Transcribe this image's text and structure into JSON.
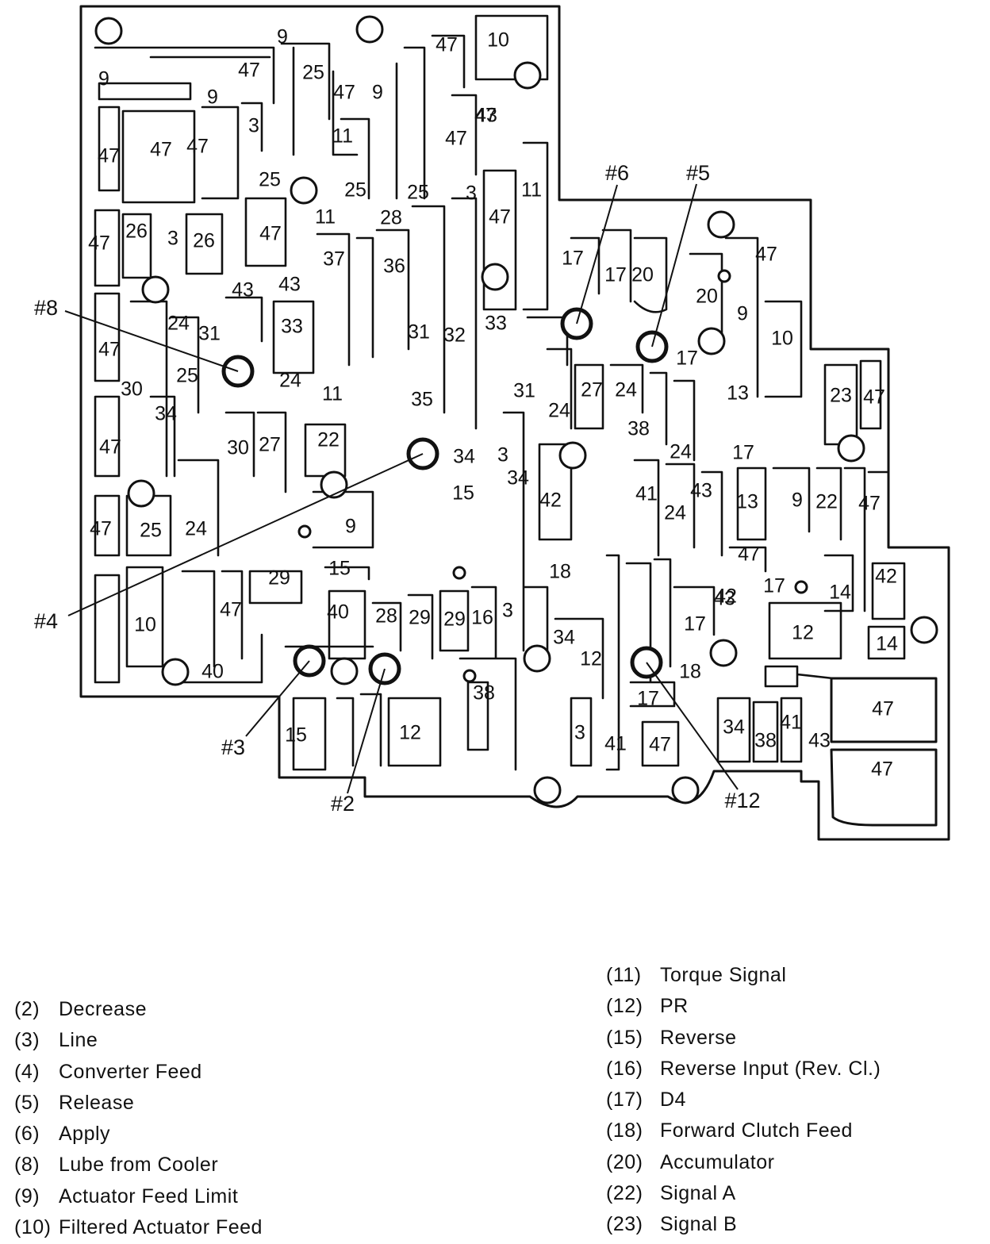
{
  "diagram": {
    "passage_labels": [
      "9",
      "47",
      "10",
      "9",
      "47",
      "25",
      "47",
      "9",
      "9",
      "47",
      "43",
      "3",
      "47",
      "47",
      "47",
      "47",
      "25",
      "11",
      "25",
      "28",
      "25",
      "3",
      "11",
      "47",
      "26",
      "3",
      "26",
      "47",
      "11",
      "37",
      "36",
      "47",
      "17",
      "17",
      "20",
      "47",
      "43",
      "43",
      "24",
      "31",
      "33",
      "31",
      "32",
      "33",
      "20",
      "9",
      "47",
      "10",
      "30",
      "25",
      "24",
      "11",
      "35",
      "31",
      "24",
      "27",
      "24",
      "17",
      "13",
      "23",
      "47",
      "34",
      "47",
      "30",
      "27",
      "22",
      "34",
      "3",
      "38",
      "24",
      "17",
      "15",
      "34",
      "41",
      "43",
      "47",
      "47",
      "25",
      "24",
      "13",
      "42",
      "24",
      "9",
      "22",
      "47",
      "29",
      "9",
      "15",
      "18",
      "43",
      "42",
      "42",
      "40",
      "28",
      "29",
      "29",
      "16",
      "3",
      "17",
      "14",
      "47",
      "10",
      "17",
      "12",
      "40",
      "34",
      "12",
      "14",
      "18",
      "38",
      "17",
      "15",
      "12",
      "3",
      "41",
      "47",
      "34",
      "38",
      "41",
      "43",
      "47",
      "47"
    ],
    "checkballs": [
      {
        "id": "#6",
        "label": "#6"
      },
      {
        "id": "#5",
        "label": "#5"
      },
      {
        "id": "#8",
        "label": "#8"
      },
      {
        "id": "#4",
        "label": "#4"
      },
      {
        "id": "#3",
        "label": "#3"
      },
      {
        "id": "#2",
        "label": "#2"
      },
      {
        "id": "#12",
        "label": "#12"
      }
    ]
  },
  "legend": {
    "left": [
      {
        "code": "(2)",
        "name": "Decrease"
      },
      {
        "code": "(3)",
        "name": "Line"
      },
      {
        "code": "(4)",
        "name": "Converter Feed"
      },
      {
        "code": "(5)",
        "name": "Release"
      },
      {
        "code": "(6)",
        "name": "Apply"
      },
      {
        "code": "(8)",
        "name": "Lube from Cooler"
      },
      {
        "code": "(9)",
        "name": "Actuator Feed Limit"
      },
      {
        "code": "(10)",
        "name": "Filtered Actuator Feed"
      }
    ],
    "right": [
      {
        "code": "(11)",
        "name": "Torque Signal"
      },
      {
        "code": "(12)",
        "name": "PR"
      },
      {
        "code": "(15)",
        "name": "Reverse"
      },
      {
        "code": "(16)",
        "name": "Reverse Input (Rev. Cl.)"
      },
      {
        "code": "(17)",
        "name": "D4"
      },
      {
        "code": "(18)",
        "name": "Forward Clutch Feed"
      },
      {
        "code": "(20)",
        "name": "Accumulator"
      },
      {
        "code": "(22)",
        "name": "Signal A"
      },
      {
        "code": "(23)",
        "name": "Signal B"
      }
    ]
  }
}
